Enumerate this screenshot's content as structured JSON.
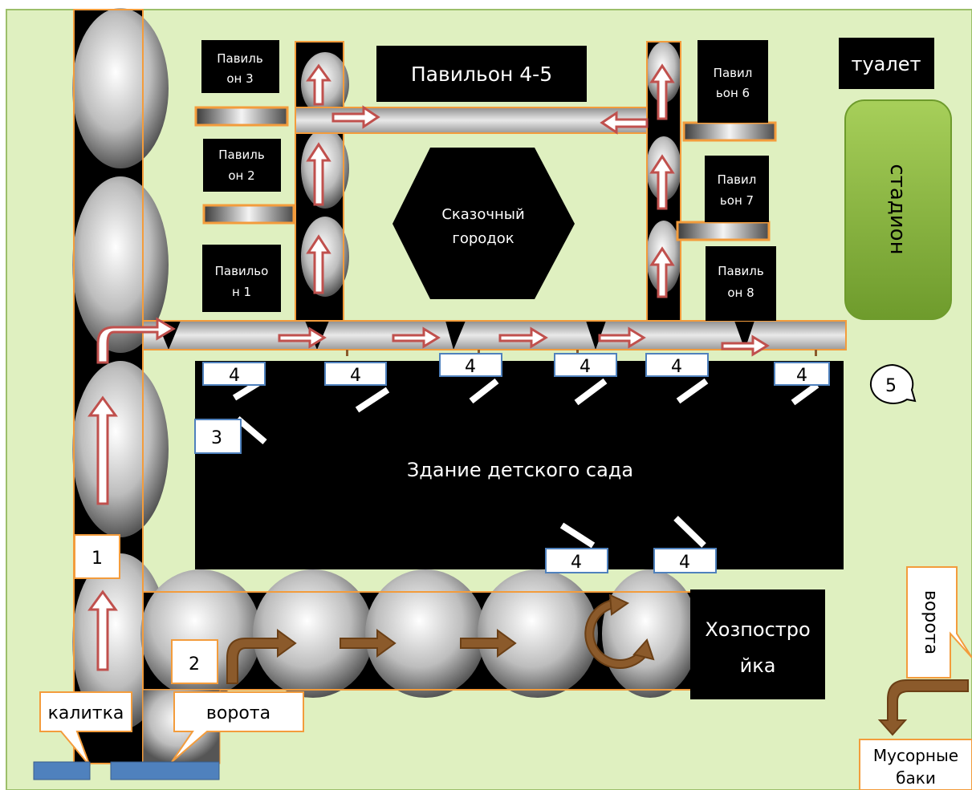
{
  "buildings": {
    "pavilion_3": [
      "Павиль",
      "он 3"
    ],
    "pavilion_2": [
      "Павиль",
      "он 2"
    ],
    "pavilion_1": [
      "Павильо",
      "н 1"
    ],
    "pavilion_4_5": "Павильон 4-5",
    "pavilion_6": [
      "Павил",
      "ьон 6"
    ],
    "pavilion_7": [
      "Павил",
      "ьон 7"
    ],
    "pavilion_8": [
      "Павиль",
      "он 8"
    ],
    "toilet": "туалет",
    "stadium": "стадион",
    "fairy_town": [
      "Сказочный",
      "городок"
    ],
    "kindergarten": "Здание детского сада",
    "utility_building": [
      "Хозпостро",
      "йка"
    ]
  },
  "markers": {
    "entrance_1": "1",
    "entrance_2": "2",
    "entrance_3": "3",
    "exit_4": "4",
    "point_5": "5"
  },
  "callouts": {
    "wicket": "калитка",
    "gate_main": "ворота",
    "gate_right": "ворота",
    "trash_bins": [
      "Мусорные",
      "баки"
    ]
  },
  "colors": {
    "grass": "#dff0c0",
    "building": "#000000",
    "path_border": "#f39c3c",
    "arrow_red": "#c0504d",
    "arrow_brown": "#8b5a2b",
    "stadium": "#8dbf3f",
    "gate_blue": "#4f81bd",
    "label_border": "#4f81bd"
  }
}
